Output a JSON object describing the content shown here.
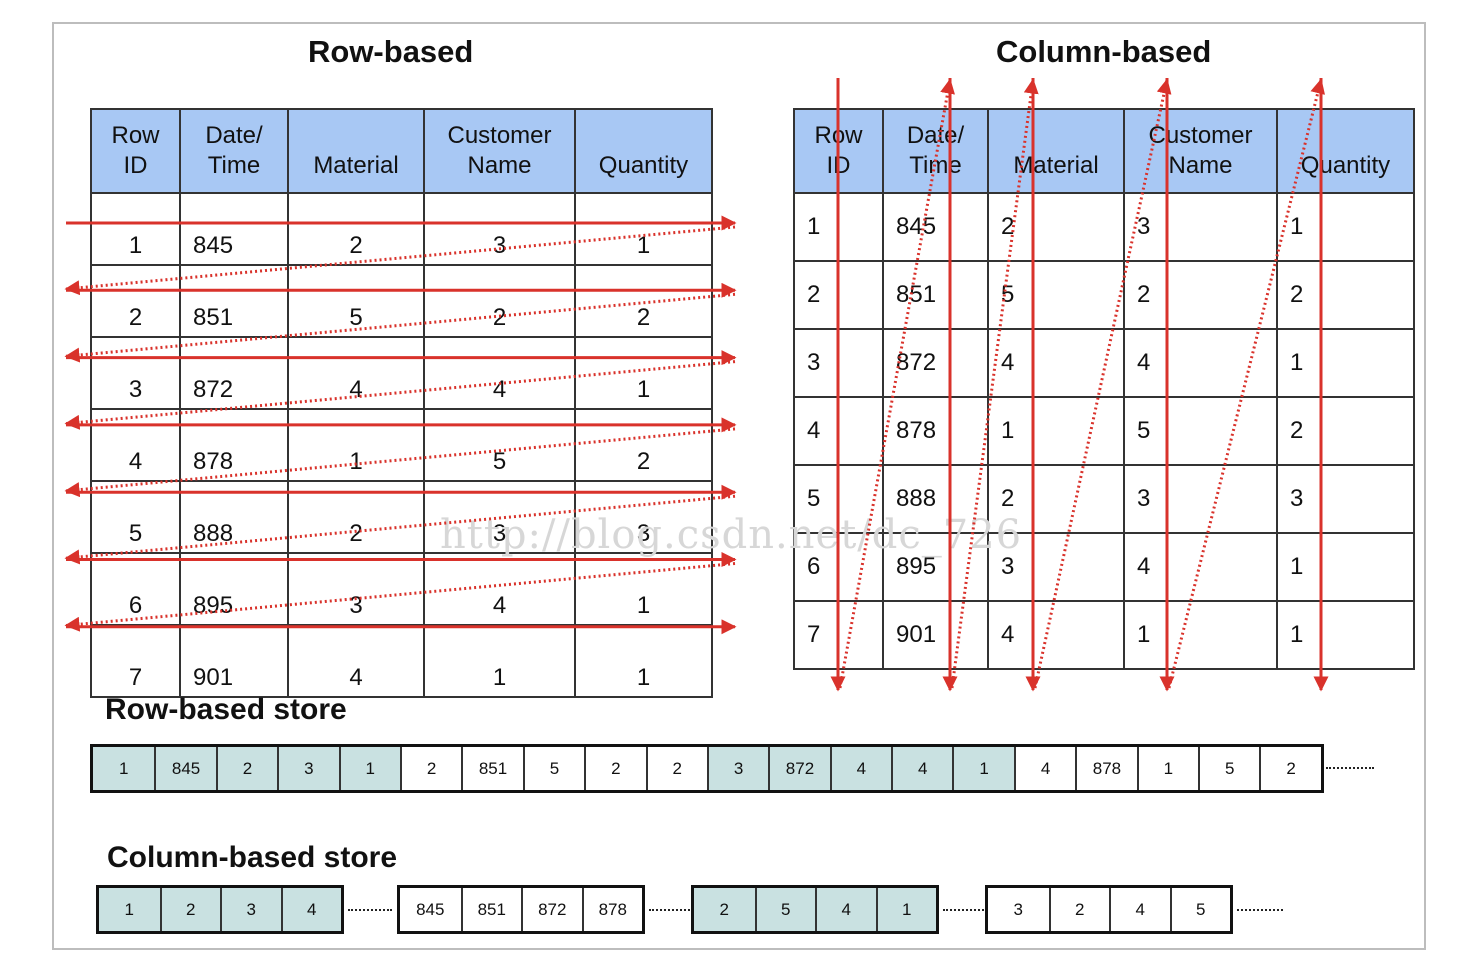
{
  "row_section": {
    "title": "Row-based"
  },
  "col_section": {
    "title": "Column-based"
  },
  "table": {
    "headers": [
      [
        "Row",
        "ID"
      ],
      [
        "Date/",
        "Time"
      ],
      [
        "",
        "Material"
      ],
      [
        "Customer",
        "Name"
      ],
      [
        "",
        "Quantity"
      ]
    ],
    "rows": [
      [
        "1",
        "845",
        "2",
        "3",
        "1"
      ],
      [
        "2",
        "851",
        "5",
        "2",
        "2"
      ],
      [
        "3",
        "872",
        "4",
        "4",
        "1"
      ],
      [
        "4",
        "878",
        "1",
        "5",
        "2"
      ],
      [
        "5",
        "888",
        "2",
        "3",
        "3"
      ],
      [
        "6",
        "895",
        "3",
        "4",
        "1"
      ],
      [
        "7",
        "901",
        "4",
        "1",
        "1"
      ]
    ]
  },
  "row_store": {
    "title": "Row-based store",
    "cells": [
      "1",
      "845",
      "2",
      "3",
      "1",
      "2",
      "851",
      "5",
      "2",
      "2",
      "3",
      "872",
      "4",
      "4",
      "1",
      "4",
      "878",
      "1",
      "5",
      "2"
    ],
    "shading": [
      true,
      true,
      true,
      true,
      true,
      false,
      false,
      false,
      false,
      false,
      true,
      true,
      true,
      true,
      true,
      false,
      false,
      false,
      false,
      false
    ]
  },
  "column_store": {
    "title": "Column-based store",
    "groups": [
      {
        "cells": [
          "1",
          "2",
          "3",
          "4"
        ],
        "shaded": true
      },
      {
        "cells": [
          "845",
          "851",
          "872",
          "878"
        ],
        "shaded": false
      },
      {
        "cells": [
          "2",
          "5",
          "4",
          "1"
        ],
        "shaded": true
      },
      {
        "cells": [
          "3",
          "2",
          "4",
          "5"
        ],
        "shaded": false
      }
    ]
  },
  "watermark": "http://blog.csdn.net/dc_726",
  "colors": {
    "header_fill": "#a8c8f4",
    "store_shade": "#c9e1e1",
    "arrow": "#d9322b"
  }
}
